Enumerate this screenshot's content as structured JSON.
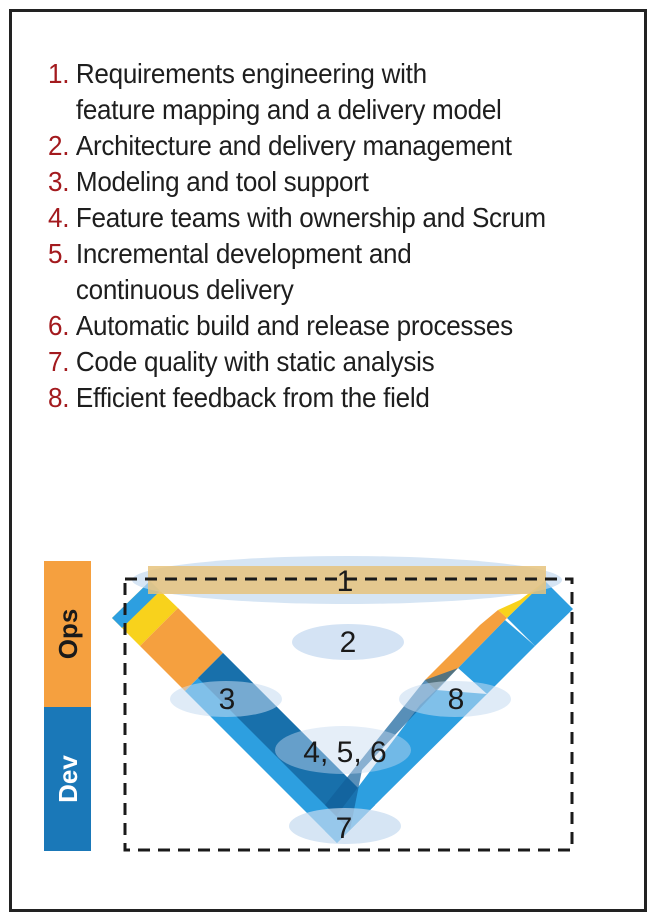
{
  "items": [
    {
      "num": "1.",
      "lines": [
        "Requirements engineering with",
        "feature mapping and a delivery model"
      ]
    },
    {
      "num": "2.",
      "lines": [
        "Architecture and delivery management"
      ]
    },
    {
      "num": "3.",
      "lines": [
        "Modeling and tool support"
      ]
    },
    {
      "num": "4.",
      "lines": [
        "Feature teams with ownership and Scrum"
      ]
    },
    {
      "num": "5.",
      "lines": [
        "Incremental development and",
        "continuous delivery"
      ]
    },
    {
      "num": "6.",
      "lines": [
        "Automatic build and release processes"
      ]
    },
    {
      "num": "7.",
      "lines": [
        "Code quality with static analysis"
      ]
    },
    {
      "num": "8.",
      "lines": [
        "Efficient feedback from the field"
      ]
    }
  ],
  "diagram": {
    "side_labels": {
      "ops": "Ops",
      "dev": "Dev"
    },
    "markers": {
      "m1": "1",
      "m2": "2",
      "m3": "3",
      "m456": "4, 5, 6",
      "m7": "7",
      "m8": "8"
    },
    "colors": {
      "number": "#a31a1e",
      "ops": "#f5a03f",
      "dev": "#1a78b8",
      "bar": "#e6c37d",
      "v_light": "#2d9fe0",
      "v_dark": "#11609a",
      "yellow": "#f8d21c",
      "ellipse": "#c5daf0"
    }
  }
}
